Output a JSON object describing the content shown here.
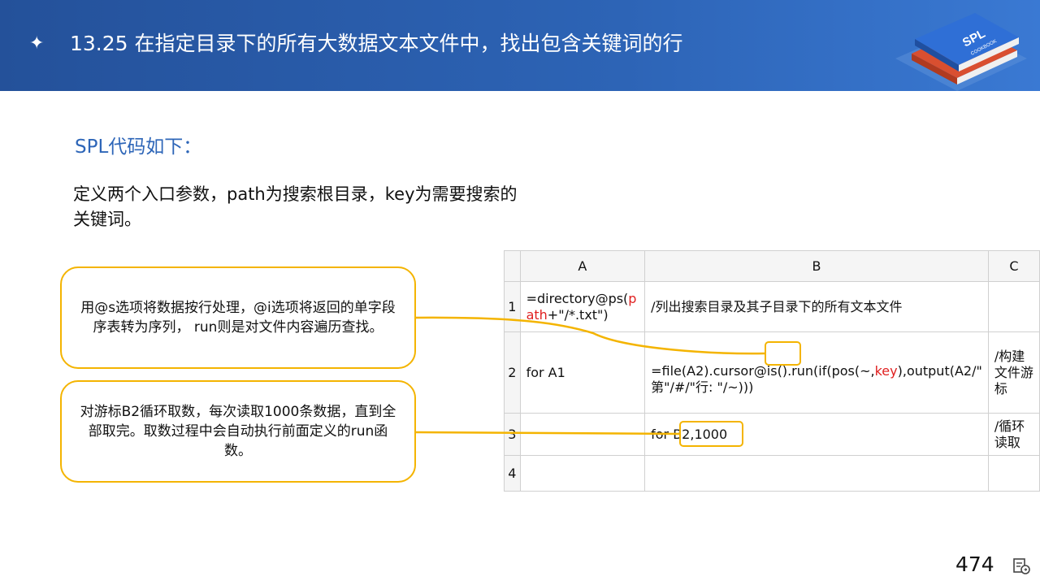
{
  "header": {
    "title": "13.25 在指定目录下的所有大数据文本文件中，找出包含关键词的行",
    "logo_text": "SPL",
    "logo_subtext": "COOKBOOK"
  },
  "subtitle": "SPL代码如下：",
  "intro": "定义两个入口参数，path为搜索根目录，key为需要搜索的关键词。",
  "callouts": [
    "用@s选项将数据按行处理，@i选项将返回的单字段序表转为序列， run则是对文件内容遍历查找。",
    "对游标B2循环取数，每次读取1000条数据，直到全部取完。取数过程中会自动执行前面定义的run函数。"
  ],
  "grid": {
    "columns": [
      "A",
      "B",
      "C"
    ],
    "rows": [
      "1",
      "2",
      "3",
      "4"
    ],
    "a1": {
      "p1": "=directory@ps(",
      "p2": "p",
      "p3": "ath",
      "p4": "+\"/*.txt\")"
    },
    "b1": "/列出搜索目录及其子目录下的所有文本文件",
    "a2": "for A1",
    "b2": {
      "p1": "=file(A2).cursor@is().run(if(pos(~,",
      "p2": "key",
      "p3": "),output(A2/\"    第\"/#/\"行: \"/~)))"
    },
    "c2": "/构建文件游标",
    "b3": "for B2,1000",
    "c3": "/循环读取"
  },
  "page_number": "474",
  "colors": {
    "header": "#2d64b6",
    "accent": "#f4b400",
    "subtitle": "#2e66b8",
    "keyword": "#e02020"
  },
  "icons": [
    "sparkle-icon",
    "spl-book-logo",
    "page-nav-icon"
  ]
}
